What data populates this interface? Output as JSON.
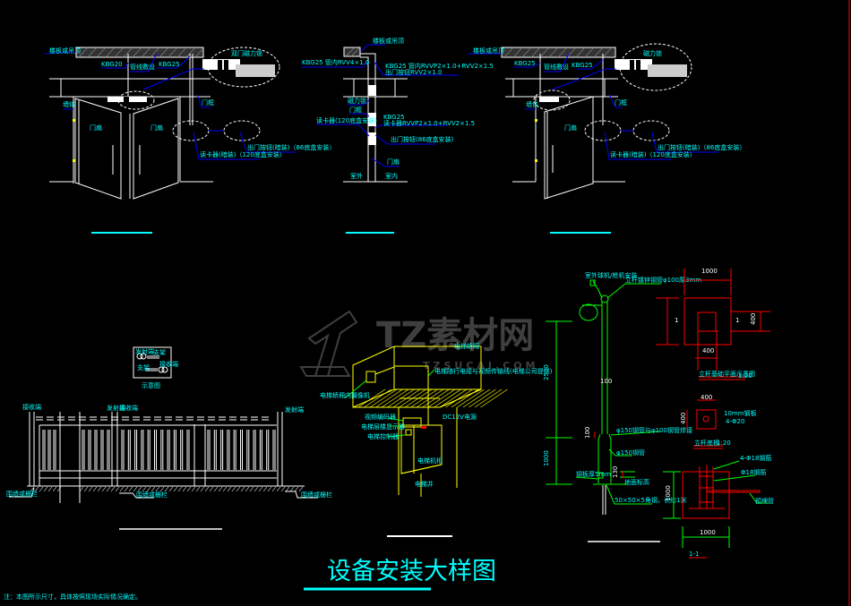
{
  "title": "设备安装大样图",
  "note": "注：本图所示尺寸，具体按照现场实际情况确定。",
  "watermark": {
    "main": "TZ素材网",
    "sub": "TZSUCAI.COM"
  },
  "colors": {
    "background": "#000000",
    "text": "#00ffff",
    "leader": "#0000ff",
    "outline": "#ffffff",
    "detail_yellow": "#ffff00",
    "pole_green": "#00ff00",
    "foundation_red": "#ff0000"
  },
  "door_double": {
    "ceiling_label": "楼板或吊顶",
    "pipe_left": "KBG20",
    "cable_label": "管线敷设",
    "pipe_right": "KBG25",
    "magnet_lock": "双门磁力锁",
    "frame_left": "墙体",
    "frame_right": "门框",
    "door_left": "门扇",
    "door_right": "门扇",
    "exit_button": "出门按钮(暗装)（86底盒安装）",
    "card_reader": "读卡器(暗装)（120底盒安装）"
  },
  "door_section": {
    "ceiling_label": "楼板或吊顶",
    "pipe_a": "KBG25 管内RVV4×1.0",
    "pipe_b": "KBG25 管内RVVP2×1.0+RVV2×1.5",
    "pipe_b2": "出门按钮RVV2×1.0",
    "lock_label": "磁力锁",
    "frame_label": "门框",
    "reader_label": "读卡器(120底盒安装)",
    "pipe_c": "KBG25",
    "pipe_c2": "读卡器RVVP2×1.0+RVV2×1.5",
    "button_label": "出门按钮(86底盒安装)",
    "door_label": "门扇",
    "side_in": "室外",
    "side_out": "室内"
  },
  "door_single": {
    "ceiling_label": "楼板或吊顶",
    "pipe_left": "KBG25",
    "cable_label": "管线敷设",
    "pipe_right": "KBG25",
    "magnet_lock": "磁力锁",
    "frame_left": "墙体",
    "frame_right": "门框",
    "door": "门扇",
    "exit_button": "出门按钮(暗装)（86底盒安装）",
    "card_reader": "读卡器(暗装)（120底盒安装）"
  },
  "fence": {
    "legend_tx": "发射端",
    "legend_rx": "接收端",
    "legend_a": "支架",
    "legend_b": "支架",
    "legend_title": "示意图",
    "label_left": "接收端",
    "label_mid1": "发射端",
    "label_mid2": "接收端",
    "label_right": "发射端",
    "base_left": "围墙或栅栏",
    "base_mid": "围墙或栅栏",
    "base_right": "围墙或栅栏"
  },
  "elevator": {
    "top_label": "电梯轿厢",
    "cable_label": "电梯随行电缆与视频传输线(电梯公司提供)",
    "camera_label": "电梯轿厢内摄像机",
    "dc_label": "DC12V电源",
    "encoder_label": "视频编码器",
    "converter_label": "电梯层楼显示器",
    "box_label": "电梯控制器",
    "cabinet_label": "电梯机柜",
    "shaft_label": "电梯井"
  },
  "pole": {
    "camera_label": "室外球机/枪机安装",
    "pipe_label": "立杆镀锌钢管φ100厚3mm",
    "dim_total": "2500",
    "dim_lower": "1000",
    "dim_mid": "100",
    "dim_100": "100",
    "reducer_label": "φ150钢管与φ100钢管焊接",
    "lower_pipe": "φ150钢管",
    "dim_130": "130",
    "plate_label": "钢板厚5mm",
    "ground_label": "地面标高",
    "anchor_label": "50×50×5角钢，长约1米"
  },
  "foundation": {
    "dim_top": "1000",
    "dim_side": "400",
    "dim_bottom": "400",
    "mark_left": "1",
    "mark_right": "1",
    "plan_label": "立杆基础平面示意图",
    "plan_scale": "1:20",
    "plate_dim_w": "400",
    "plate_dim_h": "400",
    "plate_thick": "10mm钢板",
    "plate_bolts": "4-Φ20",
    "plate_label": "立杆底板",
    "plate_scale": "1:20",
    "rebar_label": "4-Φ18钢筋",
    "tie_label": "Φ18钢筋",
    "conduit_label": "预埋管",
    "sec_h": "1000",
    "sec_w": "1000",
    "section_label": "1-1"
  }
}
